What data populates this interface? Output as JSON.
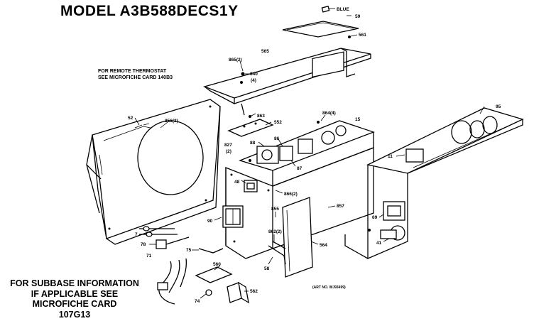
{
  "title": "MODEL A3B588DECS1Y",
  "notes": {
    "thermostat_line1": "FOR REMOTE THERMOSTAT",
    "thermostat_line2": "SEE MICROFICHE CARD 140B3",
    "subbase_line1": "FOR SUBBASE INFORMATION",
    "subbase_line2": "IF APPLICABLE SEE",
    "subbase_line3": "MICROFICHE CARD",
    "subbase_line4": "107G13",
    "art_no": "(ART NO. WJ93499)"
  },
  "callouts": {
    "c_blue": "BLUE",
    "c_59": "59",
    "c_561": "561",
    "c_565": "565",
    "c_865_2": "865(2)",
    "c_840": "840",
    "c_840_qty": "(4)",
    "c_52": "52",
    "c_856_3": "856(3)",
    "c_863": "863",
    "c_552": "552",
    "c_864_4": "864(4)",
    "c_15": "15",
    "c_827": "827",
    "c_827_qty": "(2)",
    "c_88": "88",
    "c_86": "86",
    "c_87": "87",
    "c_95": "95",
    "c_11": "11",
    "c_48": "48",
    "c_866_2": "866(2)",
    "c_855": "855",
    "c_857": "857",
    "c_90": "90",
    "c_862_2": "862(2)",
    "c_564": "564",
    "c_58": "58",
    "c_7": "7",
    "c_78": "78",
    "c_71": "71",
    "c_75": "75",
    "c_560": "560",
    "c_74": "74",
    "c_562": "562",
    "c_69": "69",
    "c_41": "41"
  }
}
